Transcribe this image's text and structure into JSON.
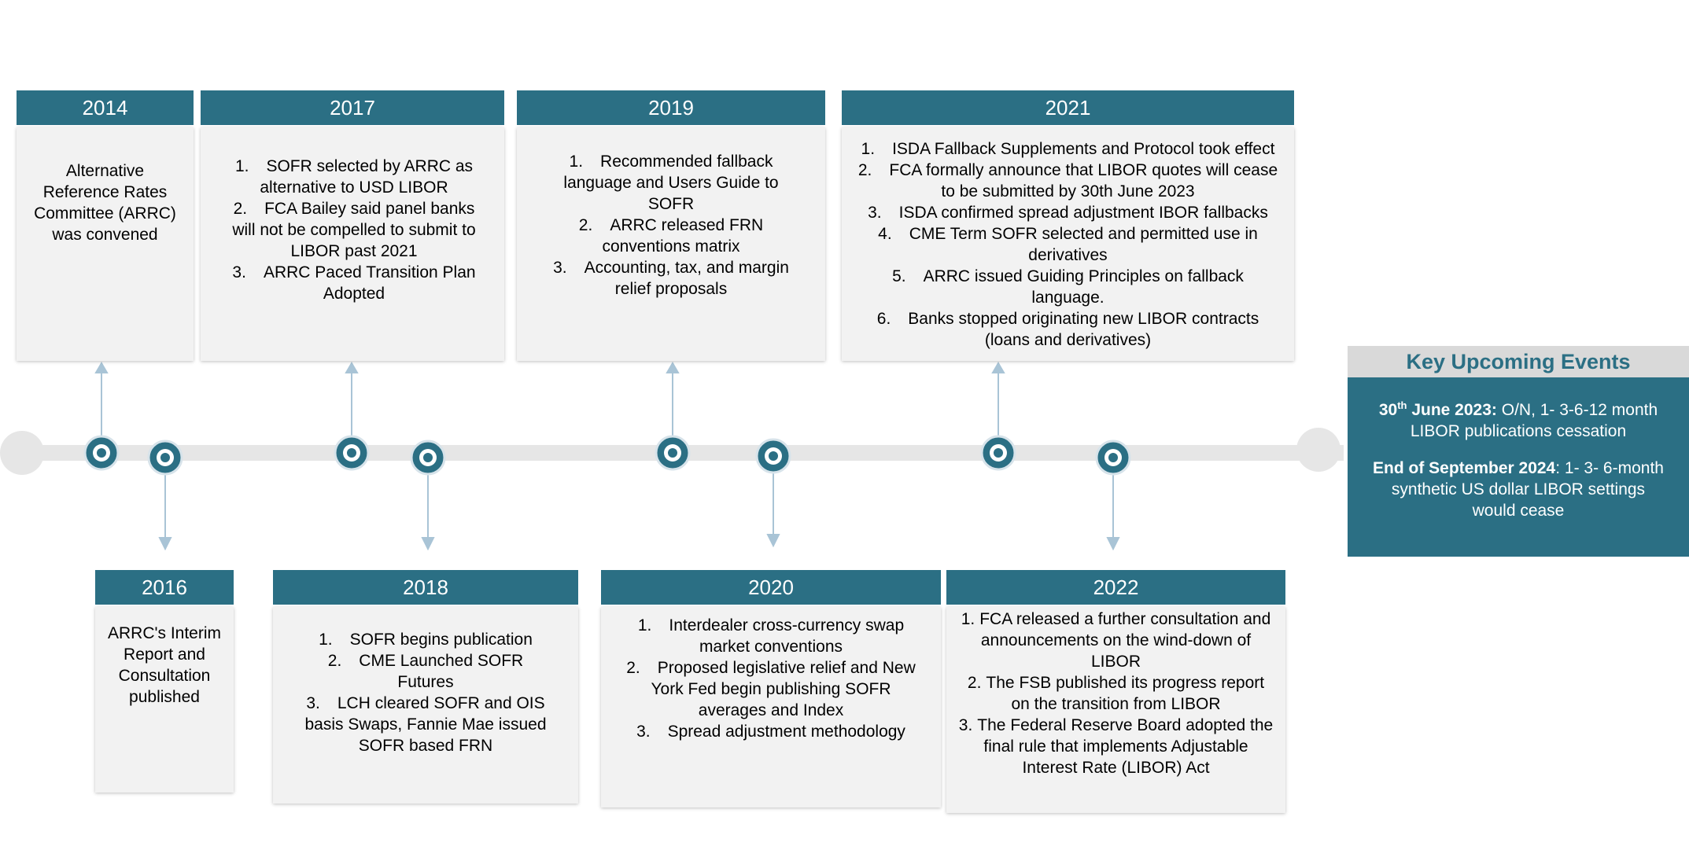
{
  "events": {
    "y2014": {
      "year": "2014",
      "text": "Alternative Reference Rates Committee (ARRC) was convened"
    },
    "y2016": {
      "year": "2016",
      "text": "ARRC's Interim Report and Consultation published"
    },
    "y2017": {
      "year": "2017",
      "items": [
        {
          "num": "1.",
          "text": "SOFR selected by ARRC as alternative to USD LIBOR"
        },
        {
          "num": "2.",
          "text": "FCA Bailey said panel banks will not be compelled to submit to LIBOR past 2021"
        },
        {
          "num": "3.",
          "text": "ARRC Paced Transition Plan Adopted"
        }
      ]
    },
    "y2018": {
      "year": "2018",
      "items": [
        {
          "num": "1.",
          "text": "SOFR begins publication"
        },
        {
          "num": "2.",
          "text": "CME Launched SOFR Futures"
        },
        {
          "num": "3.",
          "text": "LCH cleared SOFR and OIS basis Swaps, Fannie Mae issued SOFR based FRN"
        }
      ]
    },
    "y2019": {
      "year": "2019",
      "items": [
        {
          "num": "1.",
          "text": "Recommended fallback language and Users Guide to SOFR"
        },
        {
          "num": "2.",
          "text": "ARRC released FRN conventions matrix"
        },
        {
          "num": "3.",
          "text": "Accounting, tax, and margin relief proposals"
        }
      ]
    },
    "y2020": {
      "year": "2020",
      "items": [
        {
          "num": "1.",
          "text": "Interdealer cross-currency swap market conventions"
        },
        {
          "num": "2.",
          "text": "Proposed legislative relief and New York Fed begin publishing SOFR averages and Index"
        },
        {
          "num": "3.",
          "text": "Spread adjustment methodology"
        }
      ]
    },
    "y2021": {
      "year": "2021",
      "items": [
        {
          "num": "1.",
          "text": "ISDA Fallback Supplements and Protocol took effect"
        },
        {
          "num": "2.",
          "text": "FCA formally announce that LIBOR quotes will cease to be submitted by 30th June 2023"
        },
        {
          "num": "3.",
          "text": "ISDA confirmed spread adjustment IBOR fallbacks"
        },
        {
          "num": "4.",
          "text": "CME Term SOFR selected and permitted use in derivatives"
        },
        {
          "num": "5.",
          "text": "ARRC issued Guiding Principles on fallback language."
        },
        {
          "num": "6.",
          "text": "Banks stopped originating new LIBOR contracts (loans and derivatives)"
        }
      ]
    },
    "y2022": {
      "year": "2022",
      "items": [
        {
          "num": "1.",
          "text": "FCA released a further consultation and announcements on the wind-down of LIBOR"
        },
        {
          "num": "2.",
          "text": "The FSB published its progress report on the transition from LIBOR"
        },
        {
          "num": "3.",
          "text": "The Federal Reserve Board adopted the final rule that implements Adjustable Interest Rate (LIBOR) Act"
        }
      ]
    }
  },
  "key_events": {
    "title": "Key Upcoming Events",
    "item1": {
      "date_day": "30",
      "date_sup": "th",
      "date_rest": " June 2023:",
      "text": "O/N, 1- 3-6-12 month LIBOR publications cessation"
    },
    "item2": {
      "date": "End of September 2024",
      "text": ": 1- 3- 6-month synthetic US dollar LIBOR settings would cease"
    }
  },
  "colors": {
    "header": "#2b6f84",
    "card_body": "#f2f2f2",
    "timeline_bar": "#e6e6e6",
    "arrow": "#a9c4d6",
    "node_outer": "#2b6f84",
    "key_title_bg": "#d9d9d9"
  }
}
